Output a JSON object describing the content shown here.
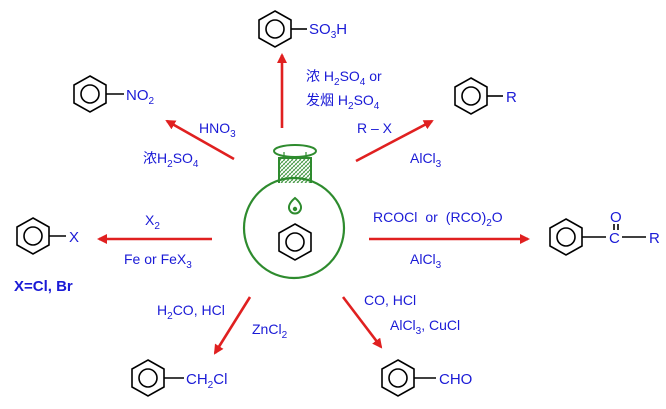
{
  "products": {
    "sulfonic": {
      "group": "SO",
      "sub1": "3",
      "tail": "H"
    },
    "nitro": {
      "group": "NO",
      "sub1": "2"
    },
    "alkyl": {
      "group": "R"
    },
    "halo": {
      "group": "X",
      "note": "X=Cl, Br"
    },
    "ketone": {
      "o": "O",
      "c": "C",
      "r": "R"
    },
    "chloromethyl": {
      "pre": "CH",
      "sub1": "2",
      "post": "Cl"
    },
    "aldehyde": {
      "group": "CHO"
    }
  },
  "conditions": {
    "sulfonation": {
      "line1_pre": "浓 H",
      "line1_s1": "2",
      "line1_mid": "SO",
      "line1_s2": "4",
      "line1_post": " or",
      "line2_pre": "发烟 H",
      "line2_s1": "2",
      "line2_mid": "SO",
      "line2_s2": "4"
    },
    "nitration": {
      "above_pre": "HNO",
      "above_s": "3",
      "below_pre": "浓H",
      "below_s1": "2",
      "below_mid": "SO",
      "below_s2": "4"
    },
    "alkylation": {
      "above": "R – X",
      "below_pre": "AlCl",
      "below_s": "3"
    },
    "halogenation": {
      "above_pre": "X",
      "above_s": "2",
      "below_pre": "Fe or FeX",
      "below_s": "3"
    },
    "acylation": {
      "above_a": "RCOCl",
      "above_or": "or",
      "above_b": "(RCO)",
      "above_s": "2",
      "above_c": "O",
      "below_pre": "AlCl",
      "below_s": "3"
    },
    "chloromethylation": {
      "above": "H",
      "above_s": "2",
      "above_post": "CO, HCl",
      "below_pre": "ZnCl",
      "below_s": "2"
    },
    "formylation": {
      "above": "CO,  HCl",
      "below": "AlCl",
      "below_s": "3",
      "below_post": ", CuCl"
    }
  },
  "colors": {
    "arrow": "#e02020",
    "text": "#1a1ad6",
    "flask": "#2e8b2e"
  }
}
